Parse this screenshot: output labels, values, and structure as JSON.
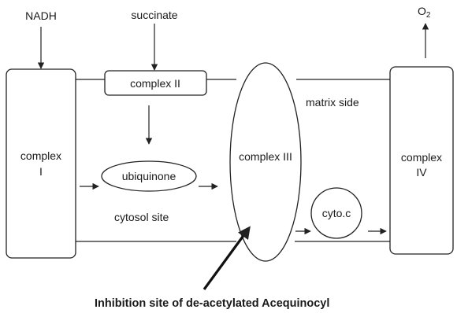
{
  "labels": {
    "nadh": "NADH",
    "succinate": "succinate",
    "o2_base": "O",
    "o2_sub": "2",
    "complex1_line1": "complex",
    "complex1_line2": "I",
    "complex2": "complex  II",
    "ubiquinone": "ubiquinone",
    "complex3": "complex  III",
    "matrix_side": "matrix side",
    "cytosol_site": "cytosol site",
    "cyto_c": "cyto.c",
    "complex4_line1": "complex",
    "complex4_line2": "IV",
    "caption": "Inhibition site of de-acetylated Acequinocyl"
  },
  "colors": {
    "ink": "#222222",
    "background": "#ffffff"
  }
}
